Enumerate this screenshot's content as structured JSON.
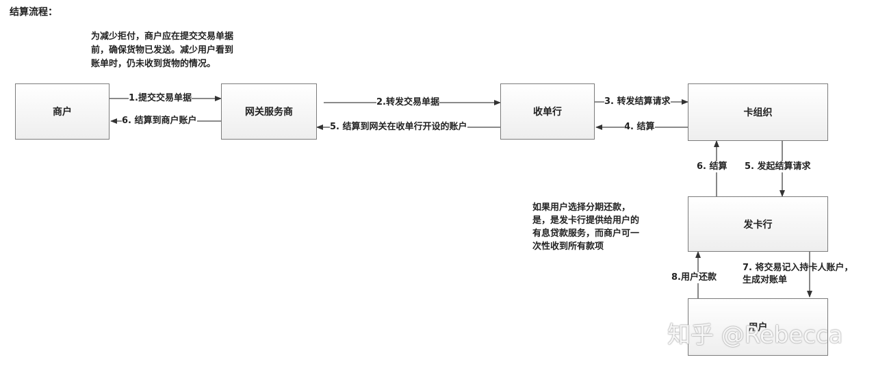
{
  "title": "结算流程：",
  "notes": {
    "top": [
      "为减少拒付，商户应在提交交易单据",
      "前，确保货物已发送。减少用户看到",
      "账单时，仍未收到货物的情况。"
    ],
    "installment": [
      "如果用户选择分期还款，",
      "是，是发卡行提供给用户的",
      "有息贷款服务，而商户可一",
      "次性收到所有款项"
    ]
  },
  "nodes": {
    "merchant": "商户",
    "gateway": "网关服务商",
    "acquirer": "收单行",
    "card_org": "卡组织",
    "issuer": "发卡行",
    "user": "用户"
  },
  "edges": {
    "e1": "1.提交交易单据",
    "e2": "2.转发交易单据",
    "e3": "3. 转发结算请求",
    "e4": "4. 结算",
    "e5": "5. 结算到网关在收单行开设的账户",
    "e6a": "6. 结算到商户账户",
    "e5b": "5. 发起结算请求",
    "e6b": "6. 结算",
    "e7": [
      "7. 将交易记入持卡人账户，",
      "生成对账单"
    ],
    "e8": "8.用户还款"
  },
  "watermark": "知乎 @Rebecca"
}
